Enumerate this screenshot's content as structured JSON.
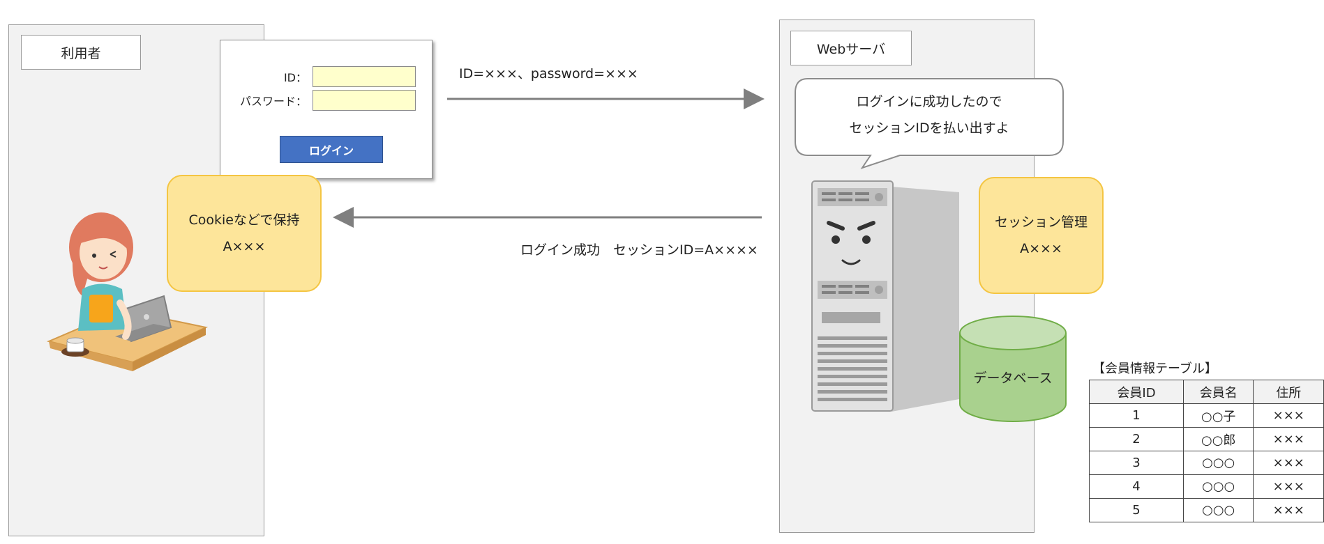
{
  "user_panel": {
    "label": "利用者"
  },
  "login_form": {
    "id_label": "ID：",
    "password_label": "パスワード：",
    "id_value": "",
    "password_value": "",
    "login_button": "ログイン"
  },
  "request_arrow": {
    "label": "ID=×××、password=×××"
  },
  "response_arrow": {
    "label": "ログイン成功　セッションID=A××××"
  },
  "cookie_note": {
    "line1": "Cookieなどで保持",
    "line2": "A×××"
  },
  "server_panel": {
    "label": "Webサーバ"
  },
  "speech_bubble": {
    "line1": "ログインに成功したので",
    "line2": "セッションIDを払い出すよ"
  },
  "session_note": {
    "line1": "セッション管理",
    "line2": "A×××"
  },
  "database": {
    "label": "データベース"
  },
  "member_table": {
    "title": "【会員情報テーブル】",
    "headers": [
      "会員ID",
      "会員名",
      "住所"
    ],
    "rows": [
      [
        "1",
        "○○子",
        "×××"
      ],
      [
        "2",
        "○○郎",
        "×××"
      ],
      [
        "3",
        "○○○",
        "×××"
      ],
      [
        "4",
        "○○○",
        "×××"
      ],
      [
        "5",
        "○○○",
        "×××"
      ]
    ]
  },
  "colors": {
    "panel_bg": "#f2f2f2",
    "input_bg": "#ffffcc",
    "button_blue": "#4472c4",
    "note_fill": "#fde59a",
    "note_border": "#f4c542",
    "db_green": "#a9d18e",
    "arrow_gray": "#7f7f7f"
  },
  "icons": [
    "user-at-laptop-illustration",
    "server-illustration",
    "database-cylinder-icon"
  ]
}
